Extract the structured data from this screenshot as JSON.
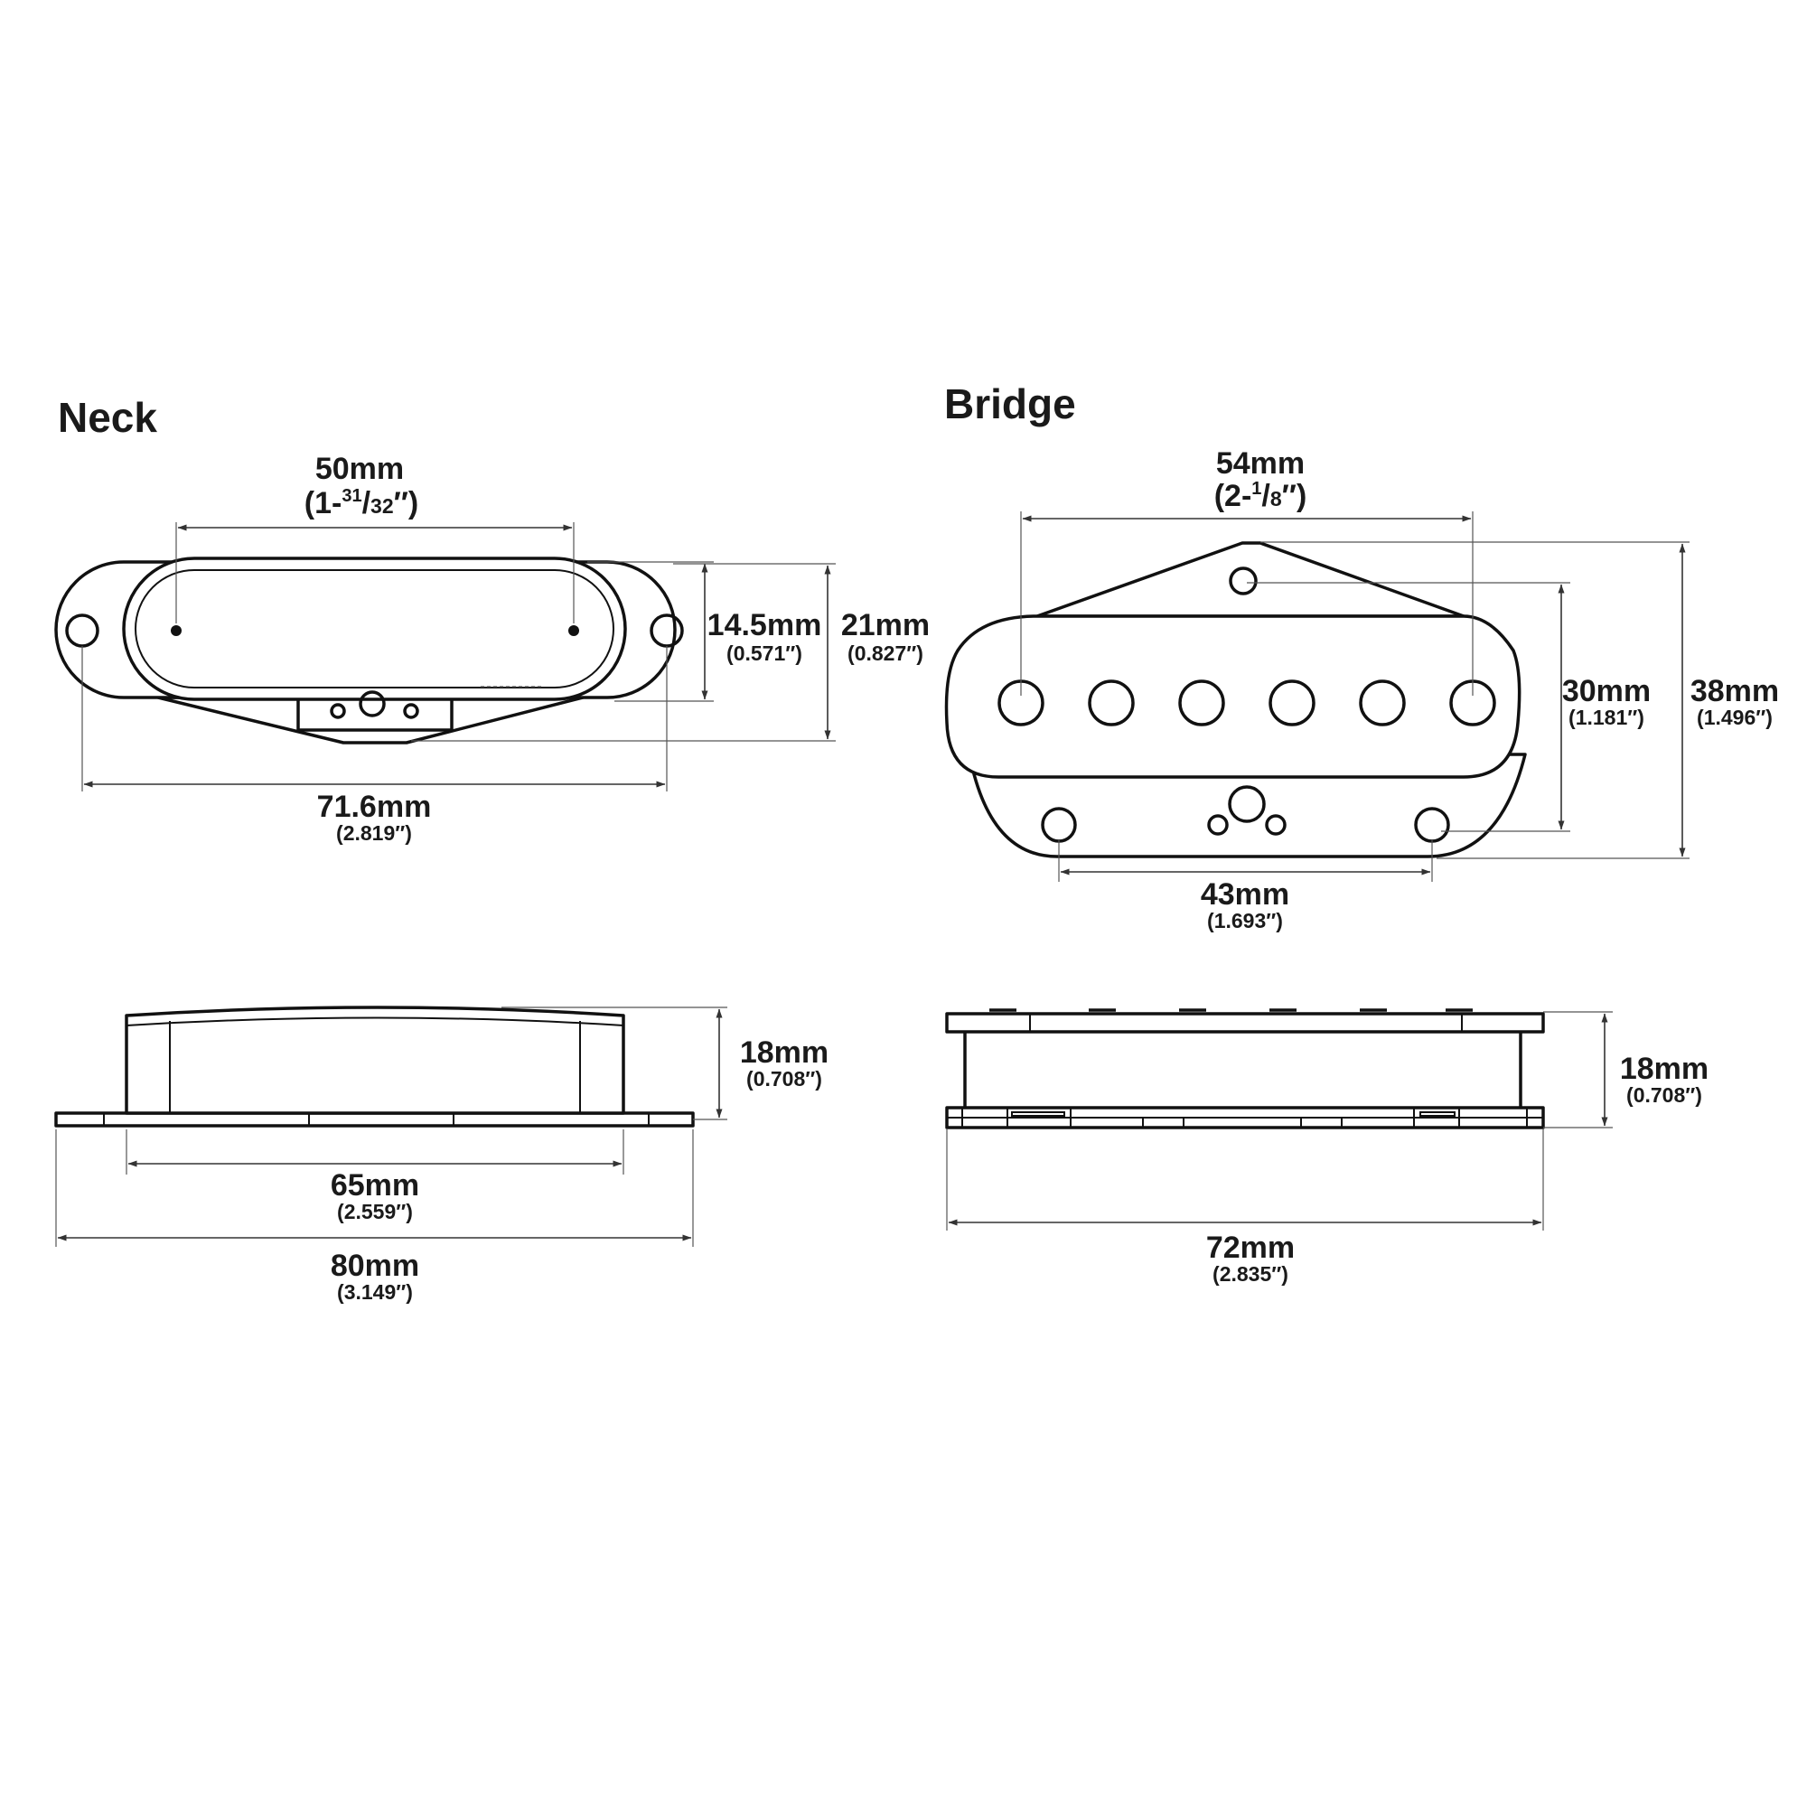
{
  "titles": {
    "neck": "Neck",
    "bridge": "Bridge"
  },
  "neck_top": {
    "pole_spacing": {
      "mm": "50mm",
      "inch_pre": "(1-",
      "inch_num": "31",
      "inch_den": "32",
      "inch_post": "″)"
    },
    "bobbin_height": {
      "mm": "14.5mm",
      "inch": "(0.571″)"
    },
    "overall_height": {
      "mm": "21mm",
      "inch": "(0.827″)"
    },
    "mount_spacing": {
      "mm": "71.6mm",
      "inch": "(2.819″)"
    }
  },
  "bridge_top": {
    "pole_spacing": {
      "mm": "54mm",
      "inch_pre": "(2-",
      "inch_num": "1",
      "inch_den": "8",
      "inch_post": "″)"
    },
    "bobbin_height": {
      "mm": "30mm",
      "inch": "(1.181″)"
    },
    "overall_height": {
      "mm": "38mm",
      "inch": "(1.496″)"
    },
    "mount_spacing": {
      "mm": "43mm",
      "inch": "(1.693″)"
    }
  },
  "neck_side": {
    "height": {
      "mm": "18mm",
      "inch": "(0.708″)"
    },
    "cover_length": {
      "mm": "65mm",
      "inch": "(2.559″)"
    },
    "overall_length": {
      "mm": "80mm",
      "inch": "(3.149″)"
    }
  },
  "bridge_side": {
    "height": {
      "mm": "18mm",
      "inch": "(0.708″)"
    },
    "overall_length": {
      "mm": "72mm",
      "inch": "(2.835″)"
    }
  }
}
